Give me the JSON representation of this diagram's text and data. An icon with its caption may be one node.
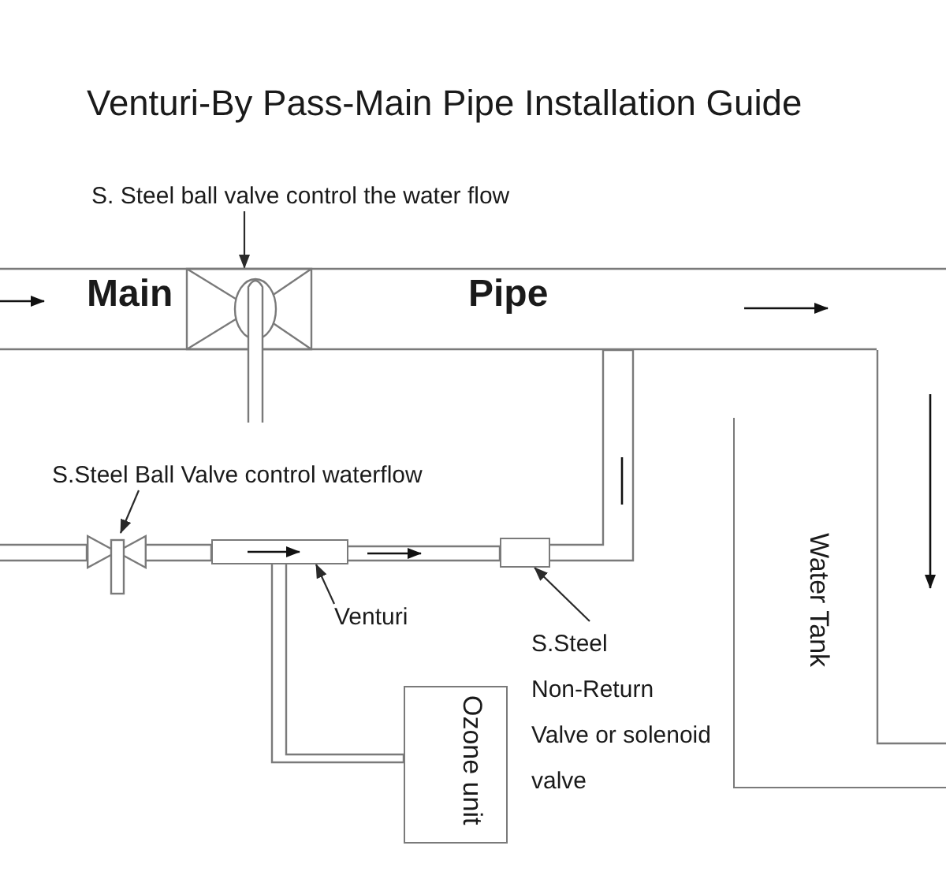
{
  "diagram": {
    "title": "Venturi-By Pass-Main Pipe Installation Guide",
    "nodes": [
      {
        "text": [
          "S. Steel ball valve control the water flow"
        ]
      },
      {
        "text": [
          "Main",
          "Pipe"
        ]
      },
      {
        "text": [],
        "shape": "valve"
      },
      {
        "text": [
          "S.Steel Ball Valve control waterflow"
        ]
      },
      {
        "text": [],
        "shape": "valve"
      },
      {
        "text": [],
        "shape": "box"
      },
      {
        "text": [],
        "shape": "box"
      },
      {
        "text": [
          "Venturi"
        ]
      },
      {
        "text": [
          "Water Tank"
        ]
      },
      {
        "text": [
          "S.Steel Non-Return Valve or solenoid valve"
        ]
      },
      {
        "text": [
          "Ozone unit"
        ]
      }
    ],
    "edges": [
      {
        "from": 0,
        "to": 2,
        "arrow": "to"
      },
      {
        "from": 3,
        "to": 4,
        "arrow": "to"
      },
      {
        "from": 7,
        "to": 5,
        "arrow": "to"
      },
      {
        "from": 9,
        "to": 6,
        "arrow": "to"
      },
      {
        "from": null,
        "to": 4,
        "arrow": "none"
      },
      {
        "from": 4,
        "to": 5,
        "arrow": "none"
      },
      {
        "from": 5,
        "to": 6,
        "arrow": "none"
      },
      {
        "from": 6,
        "to": 1,
        "arrow": "none"
      },
      {
        "from": 5,
        "to": 10,
        "arrow": "none"
      },
      {
        "from": 1,
        "to": 8,
        "arrow": "none"
      }
    ]
  }
}
